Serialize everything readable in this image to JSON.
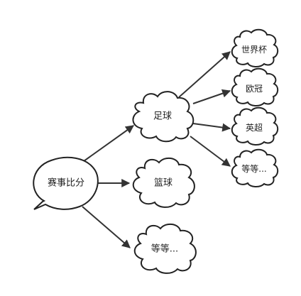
{
  "nodes": {
    "root": "赛事比分",
    "football": "足球",
    "basketball": "篮球",
    "others": "等等...",
    "world_cup": "世界杯",
    "euro": "欧冠",
    "premier_league": "英超",
    "football_others": "等等..."
  }
}
